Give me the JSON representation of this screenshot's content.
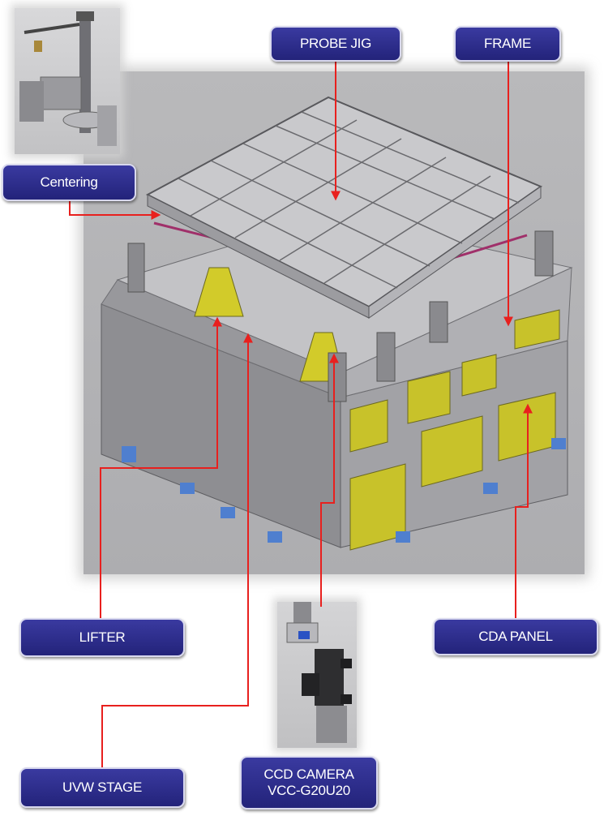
{
  "labels": {
    "probe_jig": "PROBE JIG",
    "frame": "FRAME",
    "centering": "Centering",
    "lifter": "LIFTER",
    "cda_panel": "CDA PANEL",
    "uvw_stage": "UVW STAGE",
    "ccd_camera_line1": "CCD CAMERA",
    "ccd_camera_line2": "VCC-G20U20"
  },
  "colors": {
    "label_fill": "#2b2b86",
    "leader_line": "#e8201e",
    "machine_frame": "#8e8e92",
    "yellow_panel": "#c8c22a"
  }
}
